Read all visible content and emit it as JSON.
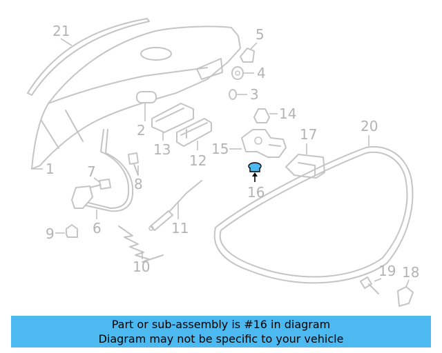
{
  "diagram": {
    "highlight_color": "#4cb9f0",
    "callouts": [
      {
        "id": "1",
        "label": "1"
      },
      {
        "id": "2",
        "label": "2"
      },
      {
        "id": "3",
        "label": "3"
      },
      {
        "id": "4",
        "label": "4"
      },
      {
        "id": "5",
        "label": "5"
      },
      {
        "id": "6",
        "label": "6"
      },
      {
        "id": "7",
        "label": "7"
      },
      {
        "id": "8",
        "label": "8"
      },
      {
        "id": "9",
        "label": "9"
      },
      {
        "id": "10",
        "label": "10"
      },
      {
        "id": "11",
        "label": "11"
      },
      {
        "id": "12",
        "label": "12"
      },
      {
        "id": "13",
        "label": "13"
      },
      {
        "id": "14",
        "label": "14"
      },
      {
        "id": "15",
        "label": "15"
      },
      {
        "id": "16",
        "label": "16",
        "highlighted": true
      },
      {
        "id": "17",
        "label": "17"
      },
      {
        "id": "18",
        "label": "18"
      },
      {
        "id": "19",
        "label": "19"
      },
      {
        "id": "20",
        "label": "20"
      },
      {
        "id": "21",
        "label": "21"
      }
    ]
  },
  "banner": {
    "line1": "Part or sub-assembly is #16 in diagram",
    "line2": "Diagram may not be specific to your vehicle",
    "background": "#4cb9f0"
  }
}
